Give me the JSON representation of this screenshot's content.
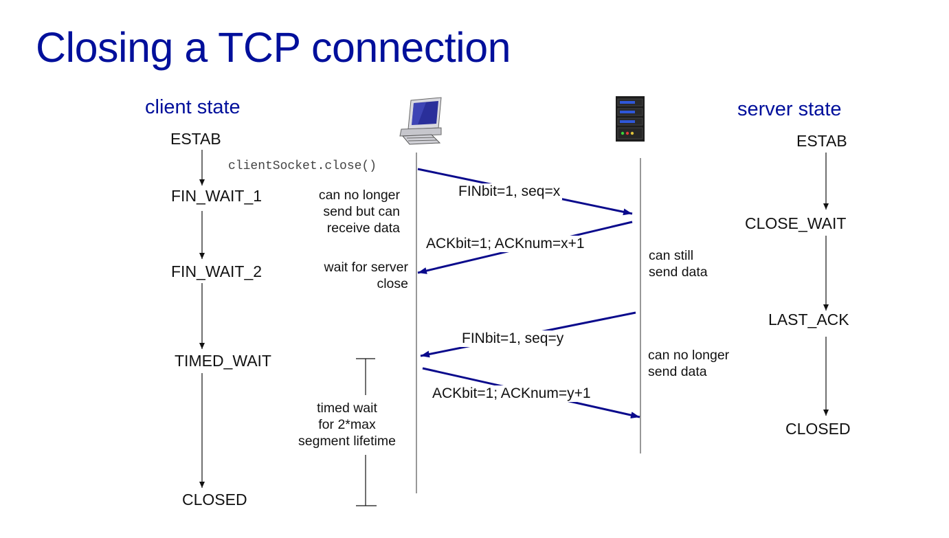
{
  "title": "Closing a TCP connection",
  "headers": {
    "client": "client state",
    "server": "server state"
  },
  "client_states": [
    "ESTAB",
    "FIN_WAIT_1",
    "FIN_WAIT_2",
    "TIMED_WAIT",
    "CLOSED"
  ],
  "server_states": [
    "ESTAB",
    "CLOSE_WAIT",
    "LAST_ACK",
    "CLOSED"
  ],
  "code_call": "clientSocket.close()",
  "messages": {
    "fin_client": "FINbit=1, seq=x",
    "ack_server": "ACKbit=1; ACKnum=x+1",
    "fin_server": "FINbit=1, seq=y",
    "ack_client": "ACKbit=1; ACKnum=y+1"
  },
  "notes": {
    "client_no_send": [
      "can no longer",
      "send but can",
      "receive data"
    ],
    "wait_server": [
      "wait for server",
      "close"
    ],
    "server_can_send": [
      "can still",
      "send data"
    ],
    "server_no_send": [
      "can no longer",
      "send data"
    ],
    "timed_wait": [
      "timed wait",
      "for 2*max",
      "segment lifetime"
    ]
  },
  "icons": {
    "client": "desktop-computer-icon",
    "server": "server-rack-icon"
  },
  "colors": {
    "title": "#000f9b",
    "arrow": "#0a0a8c",
    "text": "#111111"
  }
}
